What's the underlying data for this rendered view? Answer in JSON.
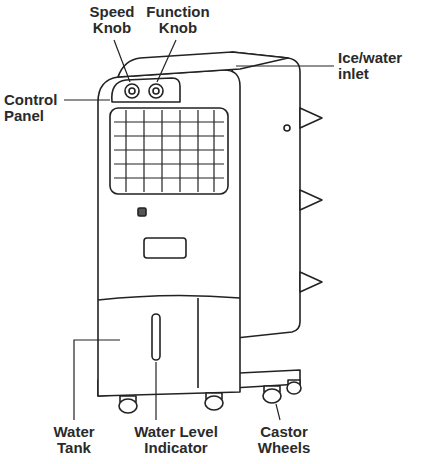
{
  "diagram": {
    "labels": [
      "Speed Knob",
      "Function Knob",
      "Ice/water inlet",
      "Control Panel",
      "Water Tank",
      "Water Level Indicator",
      "Castor Wheels"
    ]
  }
}
